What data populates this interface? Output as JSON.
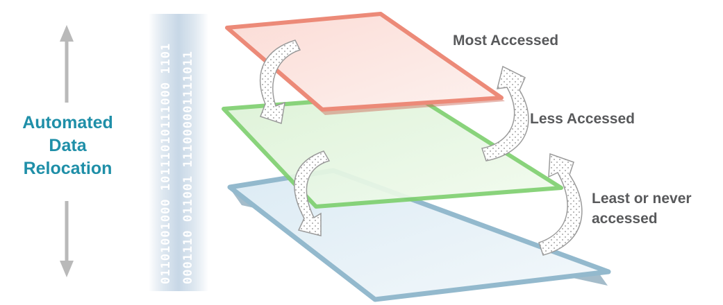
{
  "title": {
    "lines": [
      "Automated",
      "Data",
      "Relocation"
    ],
    "color": "#1f8fa8"
  },
  "binary": {
    "column1": "01101001000 10111010111000 1101",
    "column2": "0001110 011001 111000001111011"
  },
  "tiers": [
    {
      "name": "top-tier",
      "label": "Most Accessed",
      "color": "#e8826f"
    },
    {
      "name": "middle-tier",
      "label": "Less Accessed",
      "color": "#7dcc6f"
    },
    {
      "name": "bottom-tier",
      "label_lines": [
        "Least or never",
        "accessed"
      ],
      "color": "#8fb6c9"
    }
  ],
  "icons": {
    "vertical_arrow": "double-headed-arrow-icon",
    "relocation_arrow": "curved-arrow-icon"
  },
  "label_color": "#58595b"
}
